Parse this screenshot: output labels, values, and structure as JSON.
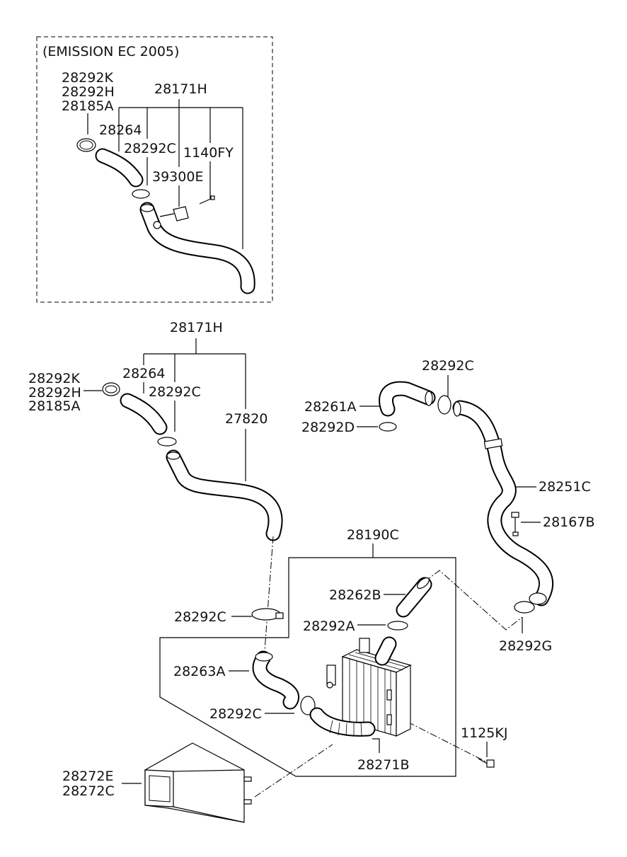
{
  "inset": {
    "title": "(EMISSION EC 2005)",
    "labels": {
      "l28292k": "28292K",
      "l28292h": "28292H",
      "l28185a": "28185A",
      "l28171h": "28171H",
      "l28264": "28264",
      "l28292c": "28292C",
      "l1140fy": "1140FY",
      "l39300e": "39300E"
    }
  },
  "main": {
    "labels": {
      "l28171h": "28171H",
      "l28292k": "28292K",
      "l28292h": "28292H",
      "l28185a": "28185A",
      "l28264": "28264",
      "l28292c_upper": "28292C",
      "l27820": "27820",
      "l28292c_right": "28292C",
      "l28261a": "28261A",
      "l28292d": "28292D",
      "l28251c": "28251C",
      "l28167b": "28167B",
      "l28190c": "28190C",
      "l28262b": "28262B",
      "l28292a": "28292A",
      "l28292g": "28292G",
      "l28292c_mid": "28292C",
      "l28263a": "28263A",
      "l28292c_lower": "28292C",
      "l1125kj": "1125KJ",
      "l28271b": "28271B",
      "l28272e": "28272E",
      "l28272c": "28272C"
    }
  }
}
